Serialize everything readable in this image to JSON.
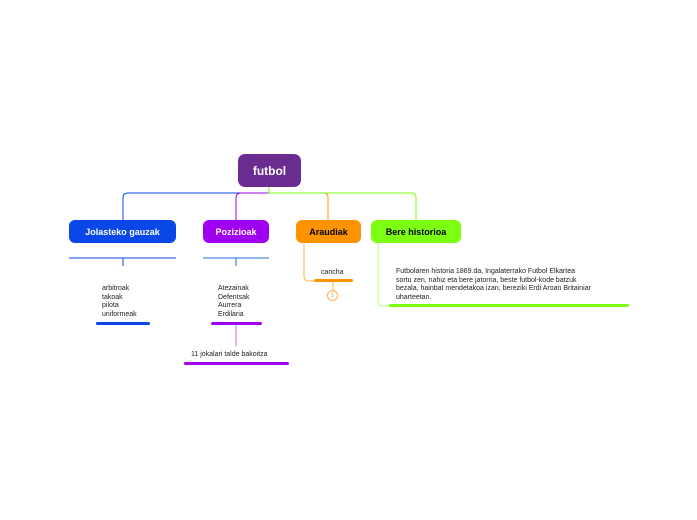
{
  "root": {
    "label": "futbol"
  },
  "branches": [
    {
      "label": "Jolasteko gauzak",
      "color": "#0a47e8",
      "notes": [
        "arbitroak",
        "takoak",
        "pilota",
        "uniformeak"
      ]
    },
    {
      "label": "Pozizioak",
      "color": "#a000f0",
      "notes": [
        "Atezainak",
        "Defentsak",
        "Aurrera",
        "Erdilaria"
      ],
      "sub": {
        "label": "11 jokalari talde bakoitza"
      }
    },
    {
      "label": "Araudiak",
      "color": "#ff9400",
      "child": {
        "label": "cancha",
        "marker": "5"
      }
    },
    {
      "label": "Bere historioa",
      "color": "#7dff12",
      "notes": [
        "Futbolaren historia 1869.da, Ingalaterrako Futbol Elkartea",
        "sortu zen, nahiz eta bere jatorria, beste futbol-kode batzuk",
        "bezala, hainbat mendetakoa izan, bereziki Erdi Aroan Britainiar",
        "uharteetan."
      ]
    }
  ]
}
